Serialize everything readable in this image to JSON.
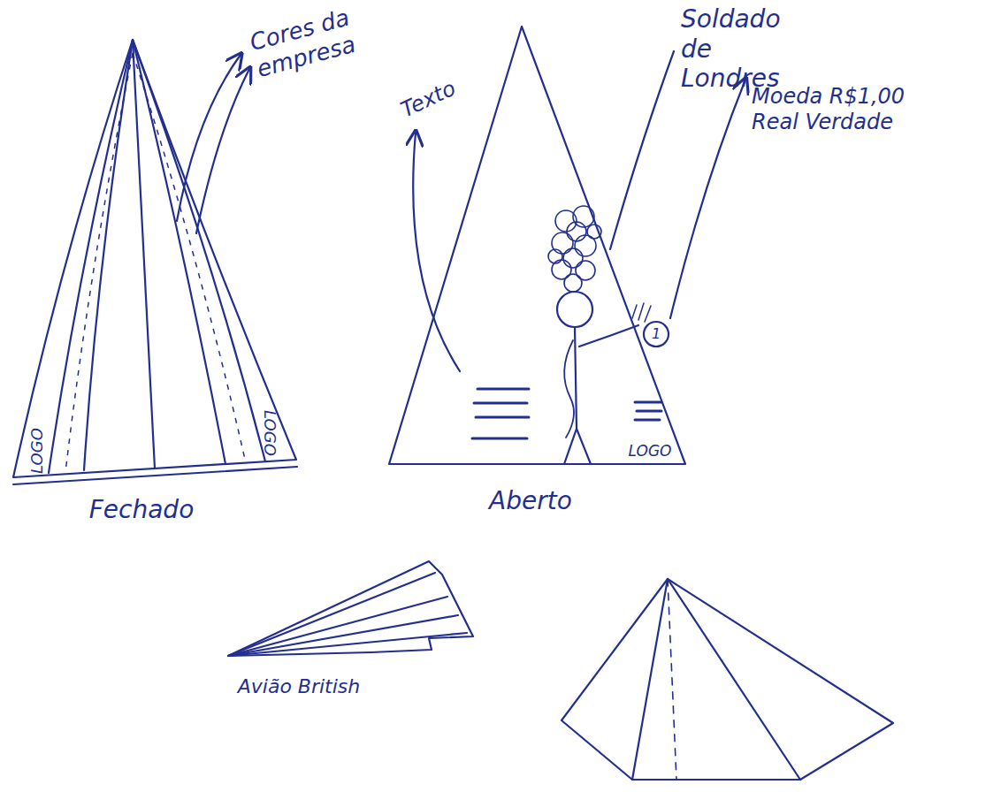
{
  "diagram": {
    "nodes": [
      {
        "text": [
          "LOGO",
          "LOGO",
          "Fechado"
        ]
      },
      {
        "text": [
          "LOGO",
          "Aberto"
        ]
      },
      {
        "text": [
          "Avião British"
        ]
      }
    ],
    "labels": [
      "Cores da empresa",
      "Texto",
      "Soldado de Londres",
      "Moeda R$1,00 Real Verdade",
      "1"
    ]
  }
}
